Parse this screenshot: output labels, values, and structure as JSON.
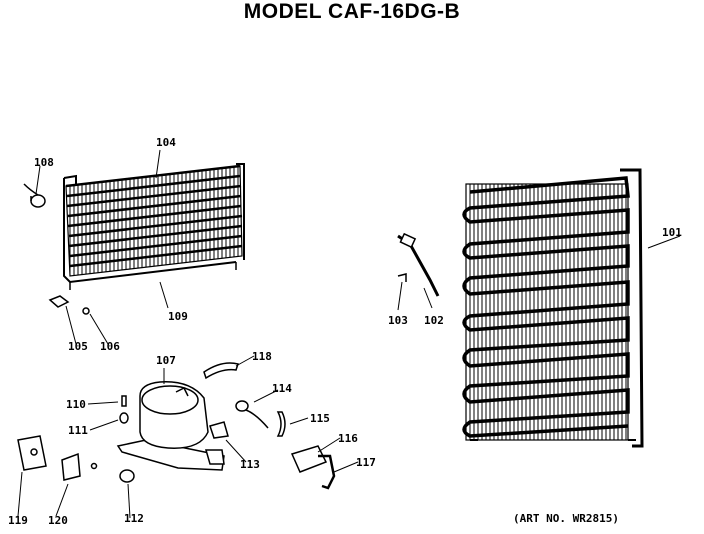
{
  "title": "MODEL CAF-16DG-B",
  "art_number": "(ART NO. WR2815)",
  "labels": {
    "p101": "101",
    "p102": "102",
    "p103": "103",
    "p104": "104",
    "p105": "105",
    "p106": "106",
    "p107": "107",
    "p108": "108",
    "p109": "109",
    "p110": "110",
    "p111": "111",
    "p112": "112",
    "p113": "113",
    "p114": "114",
    "p115": "115",
    "p116": "116",
    "p117": "117",
    "p118": "118",
    "p119": "119",
    "p120": "120"
  }
}
